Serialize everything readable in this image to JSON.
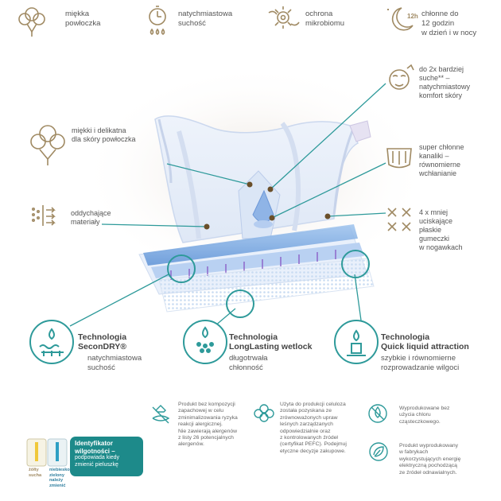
{
  "top_features": [
    {
      "icon": "cotton-icon",
      "text": "miękka\npowłoczka"
    },
    {
      "icon": "stopwatch-drops-icon",
      "text": "natychmiastowa\nsuchość"
    },
    {
      "icon": "microbiome-icon",
      "text": "ochrona\nmikrobiomu"
    },
    {
      "icon": "moon-12h-icon",
      "badge": "12h",
      "text": "chłonne do\n12 godzin\nw dzień i w nocy"
    }
  ],
  "callouts": {
    "soft_cover": "miękki i delikatna\ndla skóry powłoczka",
    "breathable": "oddychające\nmateriały",
    "dry": "do 2x bardziej\nsuche** –\nnatychmiastowy\nkomfort skóry",
    "channels": "super chłonne\nkanaliki –\nrównomierne\nwchłanianie",
    "elastics": "4 x mniej\nuciskające\npłaskie\ngumeczki\nw nogawkach"
  },
  "technologies": [
    {
      "icon": "secondry-icon",
      "title1": "Technologia",
      "title2": "SeconDRY®",
      "desc": "natychmiastowa\nsuchość"
    },
    {
      "icon": "wetlock-icon",
      "title1": "Technologia",
      "title2": "LongLasting wetlock",
      "desc": "długotrwała\nchłonność"
    },
    {
      "icon": "liquid-attraction-icon",
      "title1": "Technologia",
      "title2": "Quick liquid attraction",
      "desc": "szybkie i równomierne\nrozprowadzanie wilgoci"
    }
  ],
  "indicator": {
    "yellow_label": "żółty\nsucha",
    "blue_label": "niebiesko-\nzielony\nnależy\nzmienić",
    "title": "Identyfikator\nwilgotności –",
    "desc": "podpowiada kiedy\nzmienić pieluszkę"
  },
  "notes": [
    "Produkt bez kompozycji\nzapachowej w celu\nzminimalizowania ryzyka\nreakcji alergicznej.\nNie zawierają alergenów\nz listy 26 potencjalnych\nalergenów.",
    "Użyta do produkcji celuloza\nzostała pozyskana ze\nzrównoważonych upraw\nleśnych zarządzanych\nodpowiedzialnie oraz\nz kontrolowanych źródeł\n(certyfikat PEFC). Podejmuj\netyczne decyzje zakupowe.",
    "Wyprodukowane bez\nużycia chloru\ncząsteczkowego.",
    "Produkt wyprodukowany\nw fabrykach\nwykorzystujących energię\nelektryczną pochodzącą\nze źródeł odnawialnych."
  ],
  "colors": {
    "gold": "#a08a63",
    "teal": "#2d8f8f",
    "text": "#555555",
    "panel": "#1d8a8a"
  }
}
